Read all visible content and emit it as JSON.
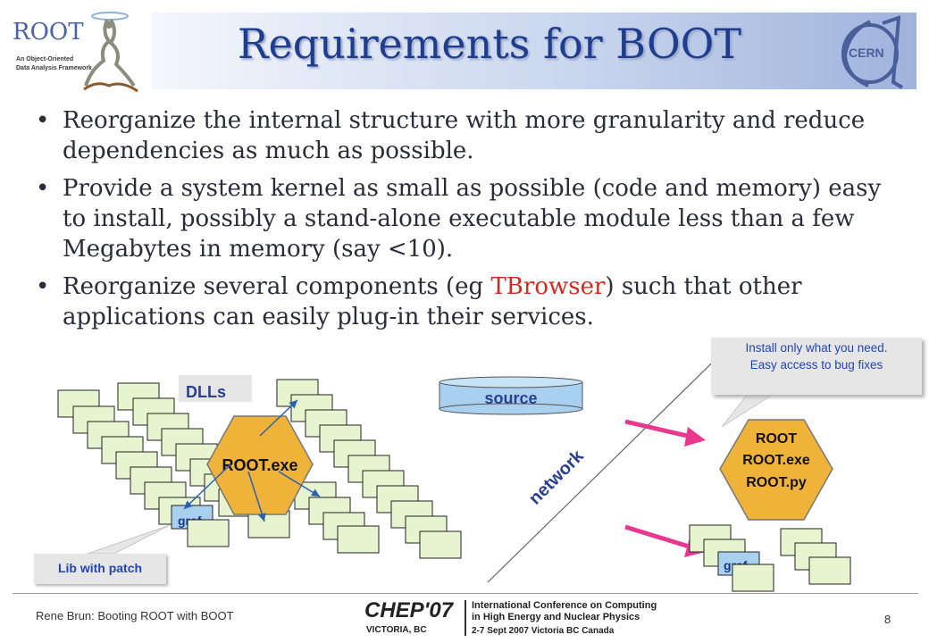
{
  "slide": {
    "title": "Requirements for BOOT",
    "bullets": [
      {
        "text": "Reorganize the internal structure with more granularity and reduce dependencies as much as possible."
      },
      {
        "text": "Provide a system kernel as small as possible (code and memory) easy to install, possibly a stand-alone executable module less than a few Megabytes in memory (say <10)."
      },
      {
        "before": "Reorganize several components (eg ",
        "highlight": "TBrowser",
        "after": ") such that other applications can easily plug-in their services."
      }
    ],
    "bullet_char": "•"
  },
  "logos": {
    "root_name": "ROOT",
    "root_tagline_1": "An Object-Oriented",
    "root_tagline_2": "Data Analysis Framework",
    "cern_name": "CERN"
  },
  "diagram": {
    "dlls_label": "DLLs",
    "root_exe_label": "ROOT.exe",
    "graf_label": "graf",
    "source_label": "source",
    "network_label": "network",
    "target_lines": [
      "ROOT",
      "ROOT.exe",
      "ROOT.py"
    ],
    "graf_label_right": "graf",
    "callout_install_1": "Install only what you need.",
    "callout_install_2": "Easy access to bug fixes",
    "callout_lib": "Lib with patch"
  },
  "footer": {
    "left": "Rene Brun: Booting ROOT with BOOT",
    "page": "8",
    "chep_name": "CHEP'07",
    "chep_place": "VICTORIA, BC",
    "chep_conference": "International Conference on Computing\nin High Energy and Nuclear Physics",
    "chep_dates": "2-7 Sept 2007 Victoria BC Canada"
  },
  "colors": {
    "title": "#1f3d8f",
    "box_fill": "#e6f5cf",
    "hexagon_fill": "#f0b33a",
    "source_fill": "#aad0f0",
    "arrow_magenta": "#e8388f",
    "callout_text": "#2244bb",
    "highlight": "#d22a1f"
  }
}
